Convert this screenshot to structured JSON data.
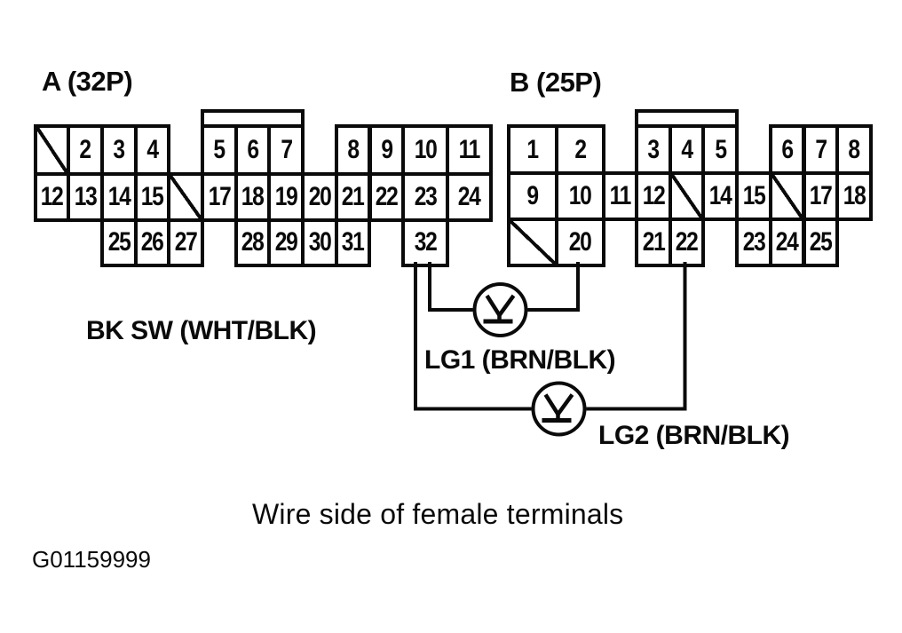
{
  "figure": {
    "caption": "Wire side of female terminals",
    "figure_id": "G01159999"
  },
  "connector_a": {
    "label": "A (32P)",
    "pin_rows": [
      [
        "/",
        "2",
        "3",
        "4",
        "",
        "5",
        "6",
        "7",
        "",
        "8",
        "9",
        "10",
        "11"
      ],
      [
        "12",
        "13",
        "14",
        "15",
        "/",
        "17",
        "18",
        "19",
        "20",
        "21",
        "22",
        "23",
        "24"
      ],
      [
        "",
        "",
        "25",
        "26",
        "27",
        "",
        "28",
        "29",
        "30",
        "31",
        "",
        "32",
        ""
      ]
    ]
  },
  "connector_b": {
    "label": "B (25P)",
    "pin_rows": [
      [
        "1",
        "2",
        "",
        "3",
        "4",
        "5",
        "",
        "6",
        "7",
        "8"
      ],
      [
        "9",
        "10",
        "11",
        "12",
        "/",
        "14",
        "15",
        "/",
        "17",
        "18"
      ],
      [
        "/",
        "20",
        "",
        "21",
        "22",
        "",
        "23",
        "24",
        "25",
        ""
      ]
    ]
  },
  "wire_labels": {
    "bk_sw": "BK SW (WHT/BLK)",
    "lg1": "LG1 (BRN/BLK)",
    "lg2": "LG2 (BRN/BLK)"
  },
  "wiring": [
    {
      "from": "A-32",
      "ground": "LG1",
      "to": "B-20"
    },
    {
      "from": "A-32",
      "ground": "LG2",
      "to": "B-22"
    }
  ],
  "colors": {
    "ink": "#0a0a0a",
    "background": "#ffffff"
  }
}
